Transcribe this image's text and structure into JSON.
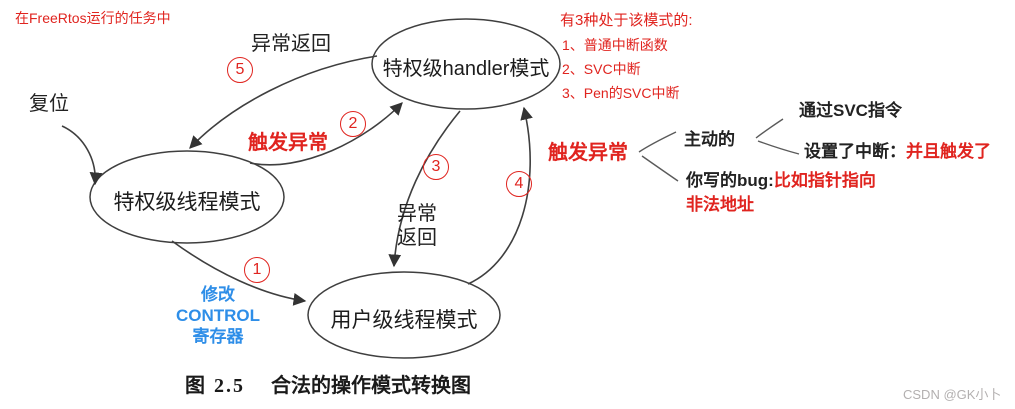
{
  "colors": {
    "annotation_red": "#e0241f",
    "control_blue": "#2e8ee8",
    "ink": "#222222",
    "diagram_line": "#3f3f3f",
    "watermark_gray": "#b3b0b0"
  },
  "header_note": "在FreeRtos运行的任务中",
  "nodes": {
    "handler": {
      "label": "特权级handler模式"
    },
    "privileged_thread": {
      "label": "特权级线程模式"
    },
    "user_thread": {
      "label": "用户级线程模式"
    }
  },
  "edges": {
    "reset": "复位",
    "exception_return_top": "异常返回",
    "trigger_exception_left": "触发异常",
    "exception_return_mid": {
      "line1": "异常",
      "line2": "返回"
    },
    "trigger_exception_right": "触发异常",
    "modify_control": {
      "line1": "修改",
      "line2": "CONTROL",
      "line3": "寄存器"
    }
  },
  "step_badges": {
    "s1": "1",
    "s2": "2",
    "s3": "3",
    "s4": "4",
    "s5": "5"
  },
  "mode_note": {
    "title": "有3种处于该模式的:",
    "items": [
      "1、普通中断函数",
      "2、SVC中断",
      "3、Pen的SVC中断"
    ]
  },
  "cause_tree": {
    "active": "主动的",
    "via_svc": "通过SVC指令",
    "set_interrupt": "设置了中断：",
    "set_interrupt_note": "并且触发了",
    "bug_label": "你写的bug:",
    "bug_detail": "比如指针指向",
    "bug_detail2": "非法地址"
  },
  "caption": {
    "figure": "图 2.5",
    "title": "合法的操作模式转换图"
  },
  "watermark": "CSDN @GK小卜"
}
